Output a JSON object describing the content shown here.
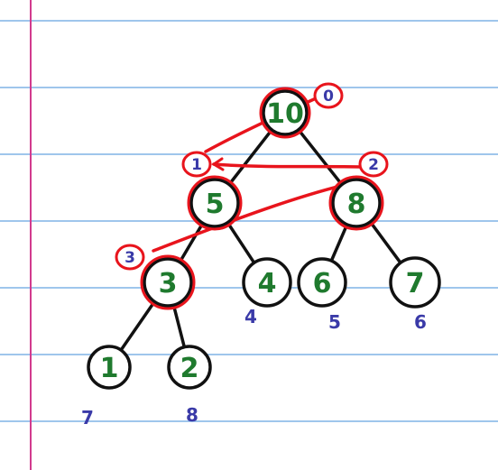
{
  "tree": {
    "nodes": [
      {
        "id": "n10",
        "value": "10",
        "index": "0",
        "index_style": "red-circled",
        "highlighted": true
      },
      {
        "id": "n5",
        "value": "5",
        "index": "1",
        "index_style": "red-circled",
        "highlighted": true
      },
      {
        "id": "n8",
        "value": "8",
        "index": "2",
        "index_style": "red-circled",
        "highlighted": true
      },
      {
        "id": "n3",
        "value": "3",
        "index": "3",
        "index_style": "red-circled",
        "highlighted": true
      },
      {
        "id": "n4",
        "value": "4",
        "index": "4",
        "index_style": "plain",
        "highlighted": false
      },
      {
        "id": "n6",
        "value": "6",
        "index": "5",
        "index_style": "plain",
        "highlighted": false
      },
      {
        "id": "n7",
        "value": "7",
        "index": "6",
        "index_style": "plain",
        "highlighted": false
      },
      {
        "id": "n1",
        "value": "1",
        "index": "7",
        "index_style": "plain",
        "highlighted": false
      },
      {
        "id": "n2",
        "value": "2",
        "index": "8",
        "index_style": "plain",
        "highlighted": false
      }
    ],
    "edges": [
      [
        "n10",
        "n5"
      ],
      [
        "n10",
        "n8"
      ],
      [
        "n5",
        "n3"
      ],
      [
        "n5",
        "n4"
      ],
      [
        "n8",
        "n6"
      ],
      [
        "n8",
        "n7"
      ],
      [
        "n3",
        "n1"
      ],
      [
        "n3",
        "n2"
      ]
    ],
    "traversal_order": [
      "n10",
      "n5",
      "n8",
      "n3"
    ]
  },
  "colors": {
    "paper": "#ffffff",
    "ruled_line": "#9fc6ec",
    "margin_line": "#d23b8e",
    "node_outline": "#111111",
    "node_text": "#1f7a2e",
    "index_text": "#3a3aa8",
    "annotation": "#e8141c"
  }
}
